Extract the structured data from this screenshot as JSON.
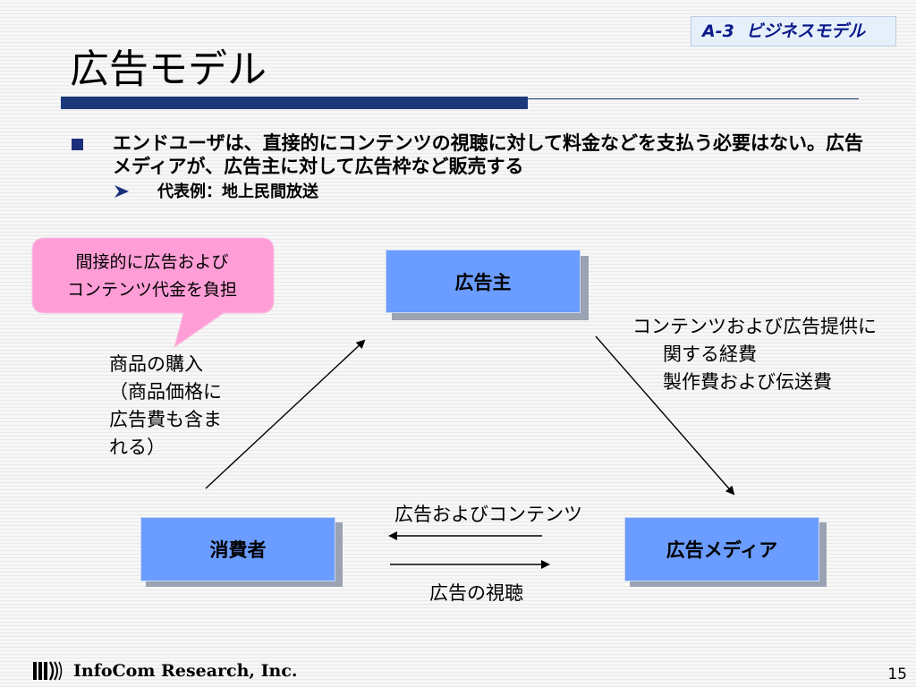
{
  "header": {
    "section_tag": "A-3  ビジネスモデル",
    "title": "広告モデル"
  },
  "bullets": {
    "main": "エンドユーザは、直接的にコンテンツの視聴に対して料金などを支払う必要はない。広告メディアが、広告主に対して広告枠など販売する",
    "sub": "代表例：地上民間放送"
  },
  "callout": {
    "line1": "間接的に広告および",
    "line2": "コンテンツ代金を負担",
    "fill_color": "#ff9ed6"
  },
  "nodes": {
    "advertiser": "広告主",
    "consumer": "消費者",
    "media": "広告メディア"
  },
  "labels": {
    "purchase_line1": "商品の購入",
    "purchase_line2": "（商品価格に",
    "purchase_line3": "広告費も含ま",
    "purchase_line4": "れる）",
    "cost_line1": "コンテンツおよび広告提供に",
    "cost_line2": "関する経費",
    "cost_line3": "製作費および伝送費",
    "ads_and_content": "広告およびコンテンツ",
    "ad_viewing": "広告の視聴"
  },
  "footer": {
    "company": "InfoCom Research, Inc.",
    "page_number": "15"
  },
  "colors": {
    "node_fill": "#6b9cff",
    "title_bar": "#1c3a7a",
    "callout_fill": "#ff9ed6"
  }
}
